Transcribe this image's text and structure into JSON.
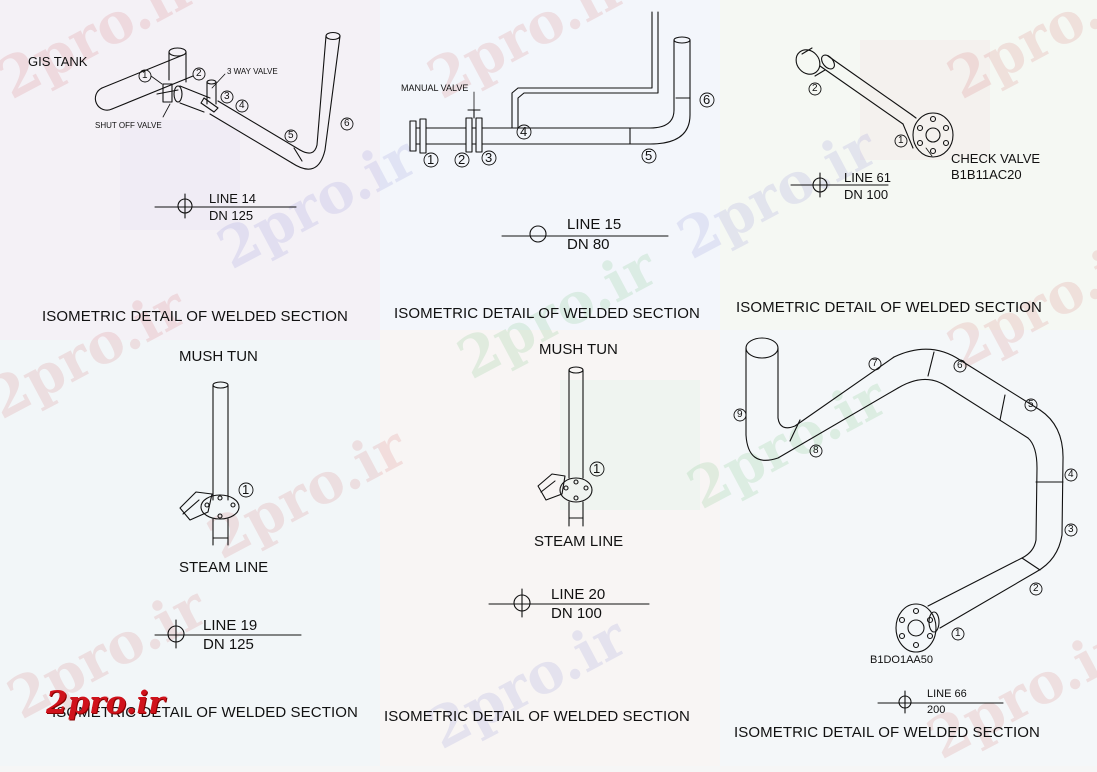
{
  "labels": {
    "gis_tank": "GIS TANK",
    "three_way_valve": "3 WAY VALVE",
    "shut_off_valve": "SHUT OFF VALVE",
    "manual_valve": "MANUAL VALVE",
    "check_valve": "CHECK VALVE",
    "check_valve_code": "B1B11AC20",
    "mush_tun_1": "MUSH TUN",
    "mush_tun_2": "MUSH TUN",
    "steam_line_1": "STEAM LINE",
    "steam_line_2": "STEAM LINE",
    "flange_code": "B1DO1AA50"
  },
  "lines": {
    "d1": {
      "line": "LINE 14",
      "dn": "DN 125"
    },
    "d2": {
      "line": "LINE 15",
      "dn": "DN 80"
    },
    "d3": {
      "line": "LINE 61",
      "dn": "DN 100"
    },
    "d4": {
      "line": "LINE 19",
      "dn": "DN 125"
    },
    "d5": {
      "line": "LINE 20",
      "dn": "DN 100"
    },
    "d6": {
      "line": "LINE 66",
      "dn": "200"
    }
  },
  "captions": {
    "c1": "ISOMETRIC DETAIL OF WELDED SECTION",
    "c2": "ISOMETRIC DETAIL OF WELDED SECTION",
    "c3": "ISOMETRIC DETAIL OF WELDED SECTION",
    "c4": "ISOMETRIC DETAIL OF WELDED SECTION",
    "c5": "ISOMETRIC DETAIL OF WELDED SECTION",
    "c6": "ISOMETRIC DETAIL OF WELDED SECTION"
  },
  "markers": {
    "d1": [
      "1",
      "2",
      "3",
      "4",
      "5",
      "6"
    ],
    "d2": [
      "1",
      "2",
      "3",
      "4",
      "5",
      "6"
    ],
    "d3": [
      "1",
      "2"
    ],
    "d4": [
      "1"
    ],
    "d5": [
      "1"
    ],
    "d6": [
      "1",
      "2",
      "3",
      "4",
      "5",
      "6",
      "7",
      "8",
      "9"
    ]
  },
  "watermark": {
    "text": "2pro.ir",
    "logo": "2pro.ir"
  },
  "colors": {
    "line": "#111111",
    "logo": "#d0121b"
  }
}
